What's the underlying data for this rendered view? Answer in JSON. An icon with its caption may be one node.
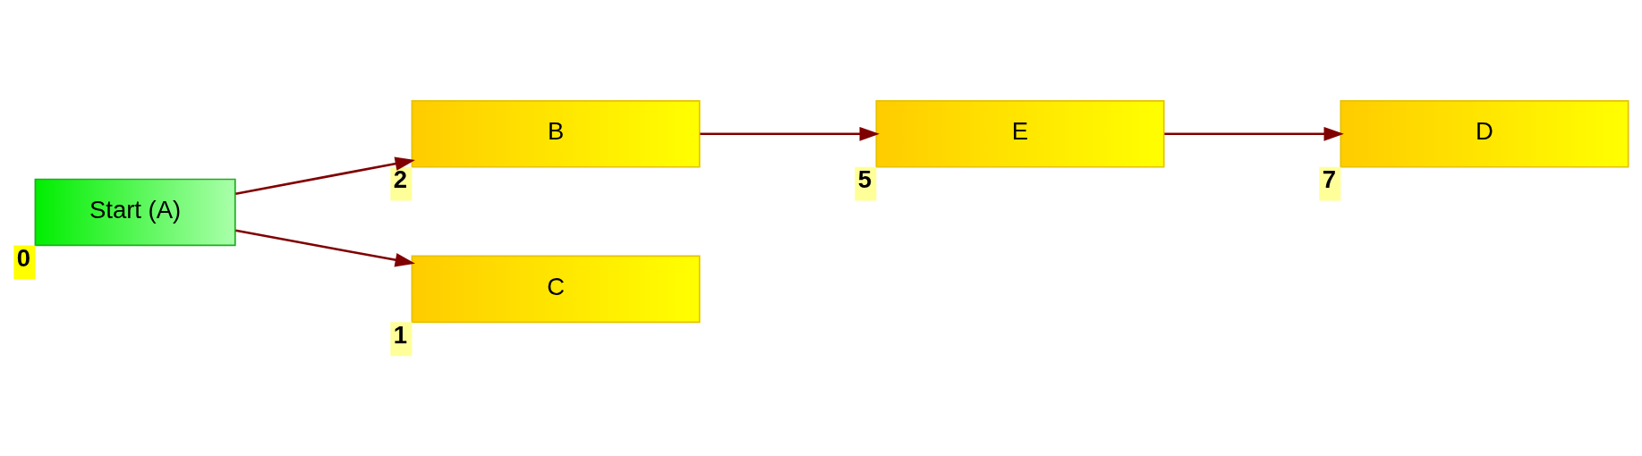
{
  "diagram": {
    "nodes": [
      {
        "text": [
          "Start (A)"
        ],
        "beside": [
          "0"
        ]
      },
      {
        "text": [
          "B"
        ],
        "beside": [
          "2"
        ]
      },
      {
        "text": [
          "C"
        ],
        "beside": [
          "1"
        ]
      },
      {
        "text": [
          "E"
        ],
        "beside": [
          "5"
        ]
      },
      {
        "text": [
          "D"
        ],
        "beside": [
          "7"
        ]
      }
    ],
    "edges": [
      {
        "from": 0,
        "to": 1,
        "arrow": "to"
      },
      {
        "from": 0,
        "to": 2,
        "arrow": "to"
      },
      {
        "from": 1,
        "to": 3,
        "arrow": "to"
      },
      {
        "from": 3,
        "to": 4,
        "arrow": "to"
      }
    ]
  }
}
